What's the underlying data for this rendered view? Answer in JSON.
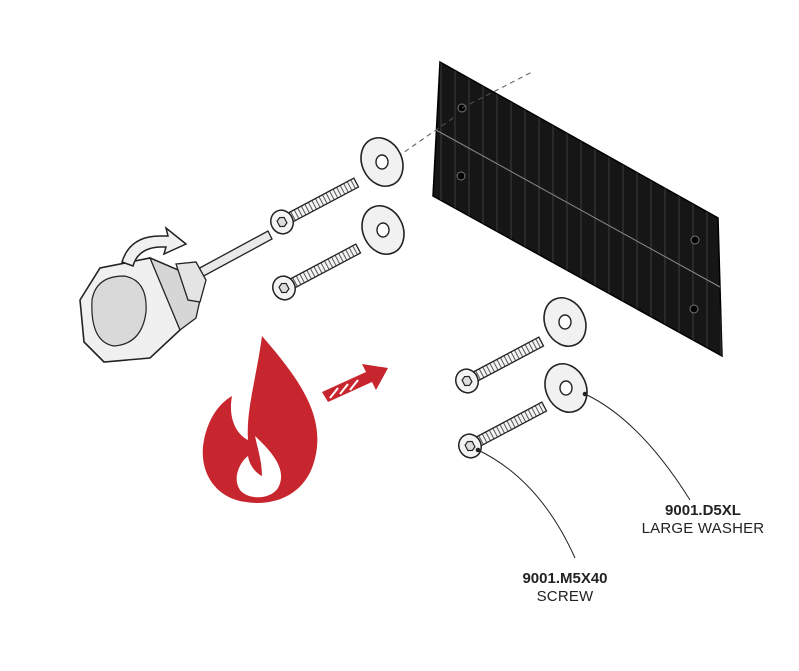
{
  "callouts": {
    "washer": {
      "code": "9001.D5XL",
      "desc": "LARGE WASHER"
    },
    "screw": {
      "code": "9001.M5X40",
      "desc": "SCREW"
    }
  },
  "colors": {
    "plate": "#1c1c1c",
    "flame": "#c8262e",
    "outline": "#222222",
    "metal_light": "#f2f2f2",
    "metal_shade": "#cfcfcf"
  },
  "icons": [
    "rotate-arrow-icon",
    "flame-icon",
    "heat-arrow-icon"
  ]
}
